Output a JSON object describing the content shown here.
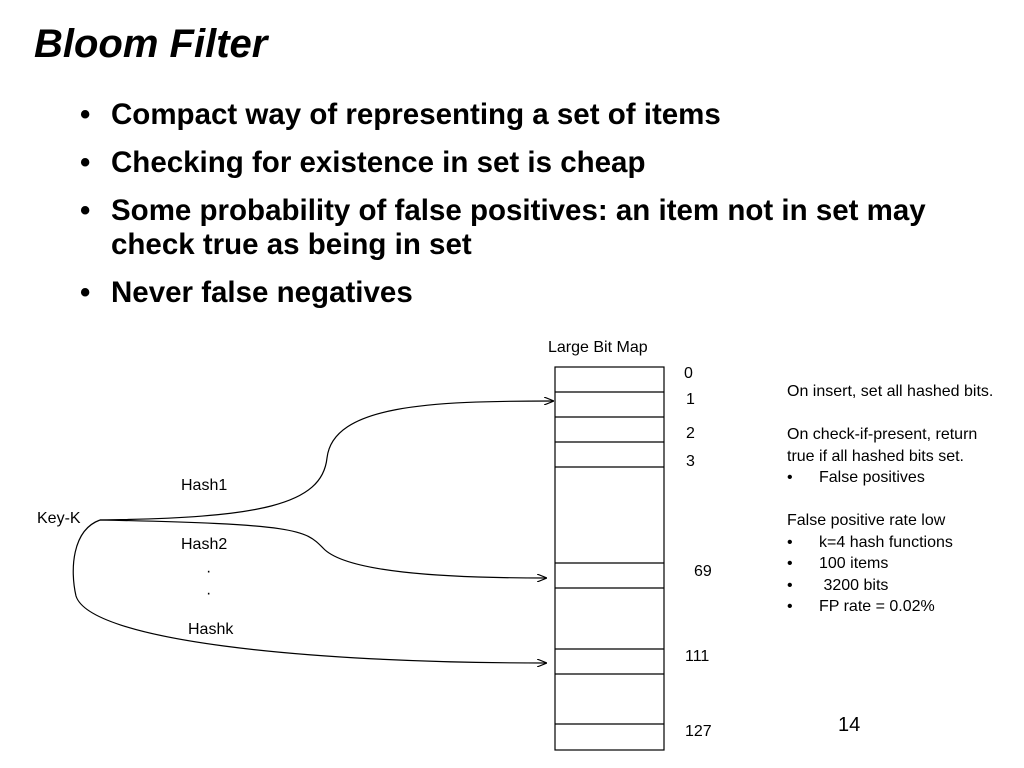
{
  "slide": {
    "title": "Bloom Filter",
    "bullets": [
      "Compact way of representing a set of items",
      "Checking for existence in set is cheap",
      "Some probability of false positives: an item not in set may check true as being in set",
      "Never false negatives"
    ],
    "page_number": "14"
  },
  "diagram": {
    "bitmap_label": "Large Bit Map",
    "bit_indices": [
      "0",
      "1",
      "2",
      "3",
      "69",
      "111",
      "127"
    ],
    "key_label": "Key-K",
    "hash_labels": [
      "Hash1",
      "Hash2",
      "Hashk"
    ],
    "ellipsis": [
      "·",
      "·"
    ]
  },
  "notes": {
    "insert": "On insert, set all hashed bits.",
    "check": "On check-if-present, return true if all hashed bits set.",
    "check_bullets": [
      "False positives"
    ],
    "rate_heading": "False positive rate low",
    "rate_bullets": [
      "k=4 hash functions",
      "100 items",
      " 3200 bits",
      "FP rate = 0.02%"
    ]
  }
}
